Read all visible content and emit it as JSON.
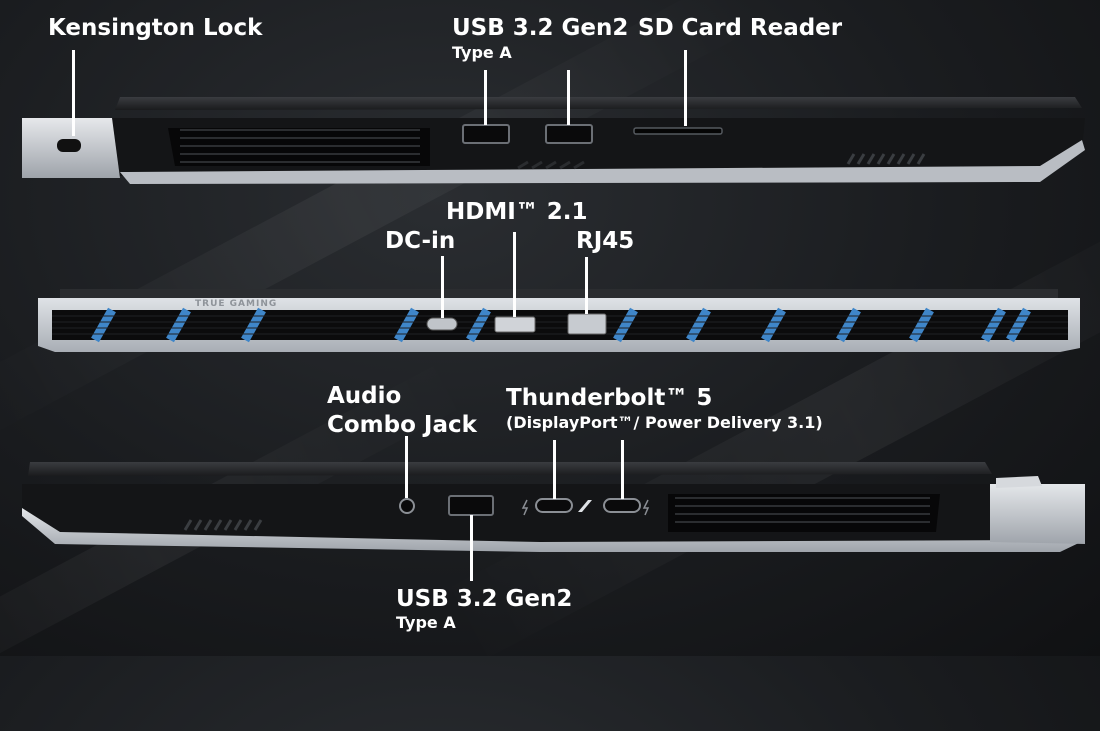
{
  "top_view": {
    "kensington_lock": "Kensington Lock",
    "usb_a_top": {
      "title": "USB 3.2 Gen2",
      "subtitle": "Type A"
    },
    "sd_card": "SD Card Reader"
  },
  "rear_view": {
    "hdmi": "HDMI™ 2.1",
    "dc_in": "DC-in",
    "rj45": "RJ45",
    "branding": "TRUE GAMING"
  },
  "bottom_view": {
    "audio": {
      "line1": "Audio",
      "line2": "Combo Jack"
    },
    "thunderbolt": {
      "title": "Thunderbolt™ 5",
      "subtitle": "(DisplayPort™/ Power Delivery 3.1)"
    },
    "usb_a_bottom": {
      "title": "USB 3.2 Gen2",
      "subtitle": "Type A"
    }
  },
  "colors": {
    "accent_blue": "#3f86c9",
    "silver": "#c9ccd1",
    "chassis": "#151618"
  }
}
